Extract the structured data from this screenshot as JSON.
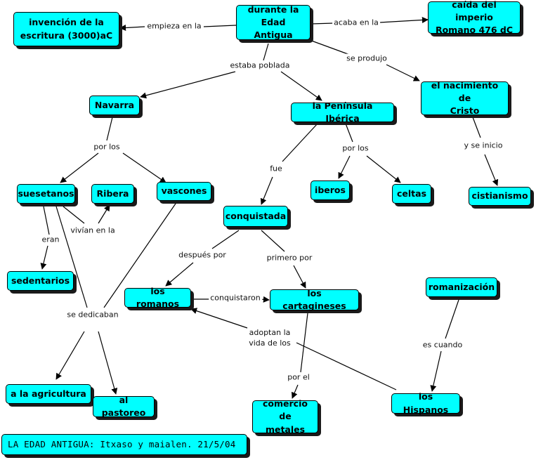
{
  "nodes": {
    "invencion": "invención de la\nescritura (3000)aC",
    "durante": "durante la\nEdad Antigua",
    "caida": "caída del imperio\nRomano 476 dC",
    "navarra": "Navarra",
    "peninsula": "la Península Ibérica",
    "nacimiento": "el nacimiento de\nCristo",
    "suesetanos": "suesetanos",
    "ribera": "Ribera",
    "vascones": "vascones",
    "iberos": "iberos",
    "celtas": "celtas",
    "cristianismo": "cistianismo",
    "conquistada": "conquistada",
    "sedentarios": "sedentarios",
    "romanos": "los romanos",
    "cartagineses": "los cartagineses",
    "romanizacion": "romanización",
    "agricultura": "a la agricultura",
    "pastoreo": "al pastoreo",
    "comercio": "comercio de\nmetales",
    "hispanos": "los Hispanos"
  },
  "labels": {
    "empieza": "empieza en la",
    "acaba": "acaba en la",
    "estaba": "estaba poblada",
    "produjo": "se produjo",
    "porlos1": "por los",
    "porlos2": "por los",
    "fue": "fue",
    "yseinicio": "y se inicio",
    "vivian": "vivían en la",
    "eran": "eran",
    "despues": "después por",
    "primero": "primero por",
    "conquistaron": "conquistaron",
    "dedicaban": "se dedicaban",
    "adoptan": "adoptan la\nvida de los",
    "escuando": "es cuando",
    "porel": "por el"
  },
  "footer": "LA EDAD ANTIGUA: Itxaso y maialen. 21/5/04"
}
